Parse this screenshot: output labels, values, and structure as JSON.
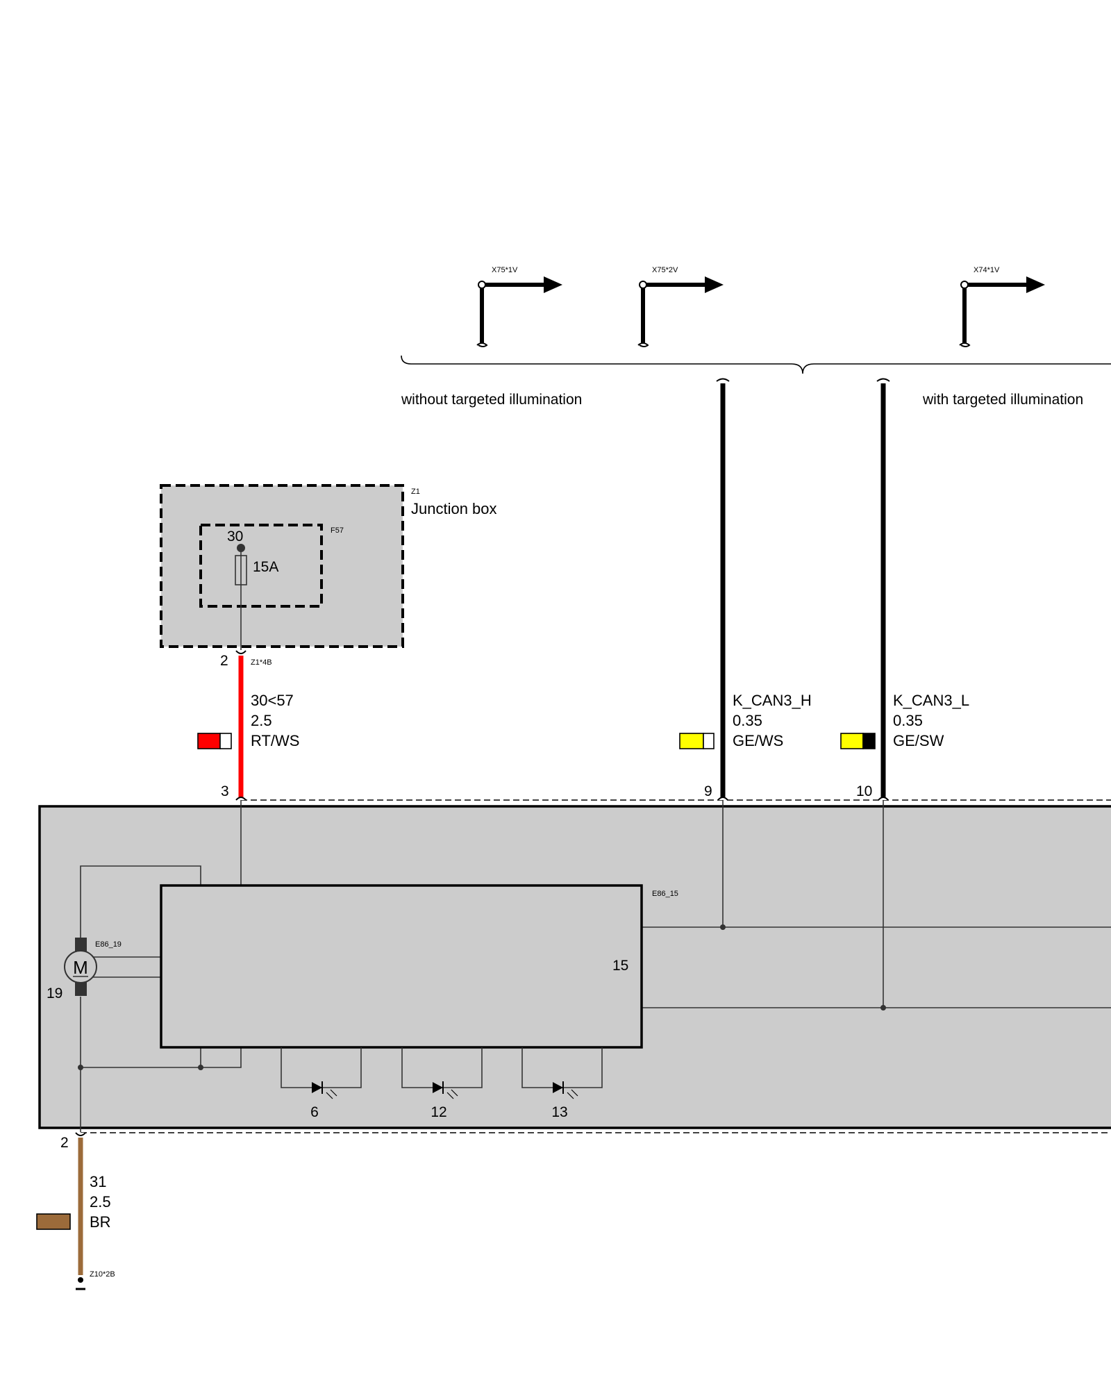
{
  "connectors": {
    "x75_1v": "X75*1V",
    "x75_2v": "X75*2V",
    "x74_1v": "X74*1V"
  },
  "variants": {
    "without": "without targeted illumination",
    "with": "with targeted illumination"
  },
  "junction_box": {
    "ref": "Z1",
    "name": "Junction box",
    "fuse_ref": "F57",
    "fuse_terminal": "30",
    "fuse_rating": "15A",
    "pin": "2",
    "connector": "Z1*4B"
  },
  "wires": {
    "power": {
      "signal": "30<57",
      "cross_section": "2.5",
      "color_code": "RT/WS",
      "pin": "3",
      "colors": [
        "#ff0000",
        "#ffffff"
      ]
    },
    "can_h": {
      "signal": "K_CAN3_H",
      "cross_section": "0.35",
      "color_code": "GE/WS",
      "pin": "9",
      "colors": [
        "#ffff00",
        "#ffffff"
      ]
    },
    "can_l": {
      "signal": "K_CAN3_L",
      "cross_section": "0.35",
      "color_code": "GE/SW",
      "pin": "10",
      "colors": [
        "#ffff00",
        "#000000"
      ]
    },
    "ground": {
      "signal": "31",
      "cross_section": "2.5",
      "color_code": "BR",
      "pin": "2",
      "connector": "Z10*2B",
      "colors": [
        "#9c6b3a"
      ]
    }
  },
  "module": {
    "inner_ref": "E86_15",
    "inner_label": "15",
    "motor_ref": "E86_19",
    "motor_label": "19",
    "motor_symbol": "M",
    "leds": [
      "6",
      "12",
      "13"
    ]
  }
}
